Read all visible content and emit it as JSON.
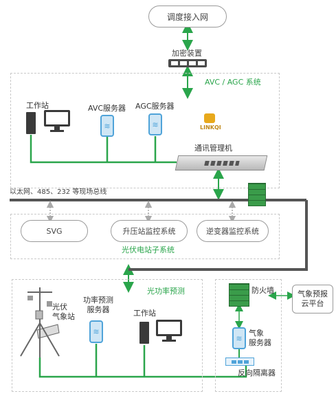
{
  "colors": {
    "bus_green": "#2aa54b",
    "arrow_green": "#2aa54b",
    "bus_gray": "#555555",
    "firewall_green": "#3a9c4a",
    "server_blue": "#4fa3d9"
  },
  "top": {
    "dispatch_network": "调度接入网",
    "encryption_device": "加密装置"
  },
  "avc_zone": {
    "title": "AVC / AGC 系统",
    "workstation": "工作站",
    "avc_server": "AVC服务器",
    "agc_server": "AGC服务器",
    "brand": "LINKQI",
    "comm_manager": "通讯管理机"
  },
  "fieldbus": {
    "label": "以太网、485、232 等现场总线"
  },
  "pv_subsystem": {
    "title": "光伏电站子系统",
    "svg": "SVG",
    "booster_monitor": "升压站监控系统",
    "inverter_monitor": "逆变器监控系统"
  },
  "forecast_zone": {
    "title": "光功率预测",
    "weather_station": "光伏\n气象站",
    "forecast_server": "功率预测\n服务器",
    "workstation": "工作站"
  },
  "weather_zone": {
    "firewall": "防火墙",
    "weather_server": "气象\n服务器",
    "reverse_isolator": "反向隔离器",
    "cloud_platform": "气象预报\n云平台"
  }
}
